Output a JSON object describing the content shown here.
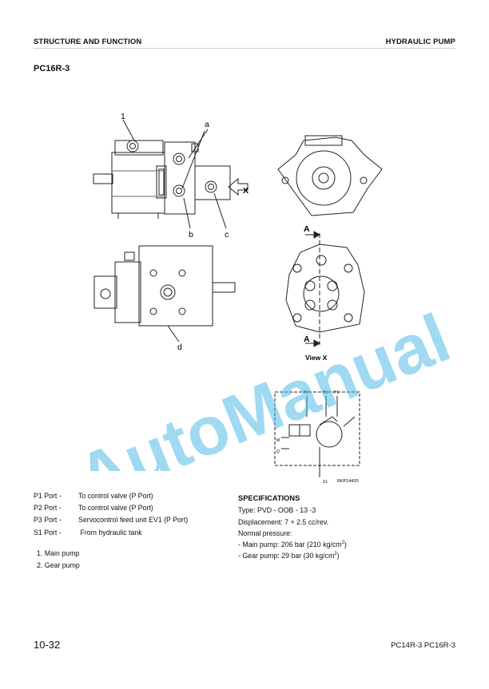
{
  "header": {
    "left": "STRUCTURE AND FUNCTION",
    "right": "HYDRAULIC PUMP"
  },
  "model_title": "PC16R-3",
  "figure": {
    "callouts": {
      "one": "1",
      "a": "a",
      "b": "b",
      "c": "c",
      "d": "d",
      "x": "X",
      "section_top": "A",
      "section_bottom": "A",
      "view_x": "View X"
    },
    "schematic": {
      "p2": "P2",
      "p3": "P3",
      "p1": "P1",
      "s1": "S1",
      "m": "M",
      "q": "Q"
    },
    "ref_code": "RKP14420"
  },
  "ports": [
    {
      "label": "P1 Port -",
      "desc": "To control valve (P Port)"
    },
    {
      "label": "P2 Port -",
      "desc": "To control valve (P Port)"
    },
    {
      "label": "P3 Port -",
      "desc": "Servocontrol feed unit  EV1 (P Port)"
    },
    {
      "label": "S1 Port -",
      "desc": " From hydraulic tank"
    }
  ],
  "parts": [
    "1.  Main pump",
    "2.  Gear pump"
  ],
  "specifications": {
    "title": "SPECIFICATIONS",
    "type": "Type: PVD - OOB - 13 -3",
    "displacement": "Displacement: 7 + 2.5 cc/rev.",
    "pressure_label": "Normal pressure:",
    "main_pump": "- Main pump: 206 bar (210 kg/cm",
    "main_pump_close": ")",
    "gear_pump": "- Gear pump: 29 bar (30 kg/cm",
    "gear_pump_close": ")",
    "squared": "2"
  },
  "watermark": "AutoManual",
  "footer": {
    "page": "10-32",
    "models": "PC14R-3  PC16R-3"
  },
  "colors": {
    "watermark": "#3fb4e6",
    "text": "#111111",
    "line": "#222222"
  }
}
